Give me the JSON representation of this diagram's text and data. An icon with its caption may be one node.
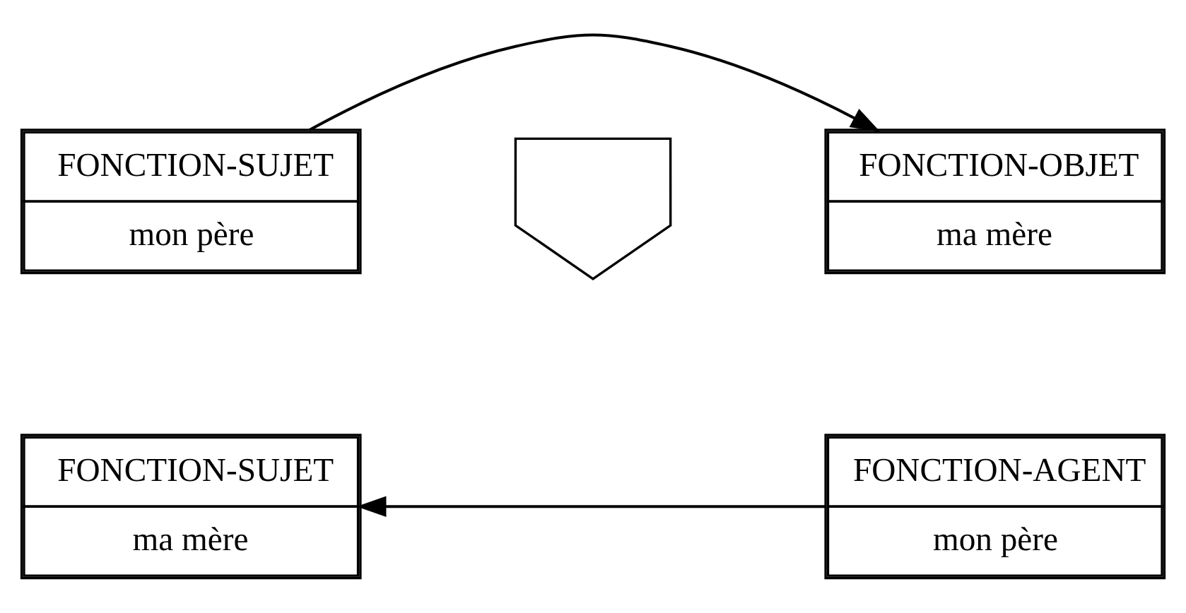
{
  "diagram": {
    "nodes": [
      {
        "text": [
          "FONCTION-SUJET",
          "mon père"
        ]
      },
      {
        "text": [
          "FONCTION-OBJET",
          "ma mère"
        ]
      },
      {
        "text": [
          "FONCTION-SUJET",
          "ma mère"
        ]
      },
      {
        "text": [
          "FONCTION-AGENT",
          "mon père"
        ]
      },
      {
        "text": [],
        "shape": "arrow"
      }
    ],
    "edges": [
      {
        "from": 0,
        "to": 1,
        "arrow": "to"
      },
      {
        "from": 3,
        "to": 2,
        "arrow": "to"
      }
    ]
  }
}
